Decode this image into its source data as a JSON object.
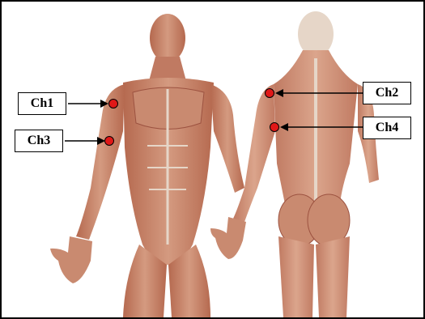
{
  "labels": {
    "ch1": "Ch1",
    "ch2": "Ch2",
    "ch3": "Ch3",
    "ch4": "Ch4"
  },
  "colors": {
    "muscle": "#c98a70",
    "muscle_dark": "#9c5240",
    "tendon": "#e6d6c8",
    "electrode": "#e01818",
    "arrow": "#000000",
    "border": "#000000"
  }
}
